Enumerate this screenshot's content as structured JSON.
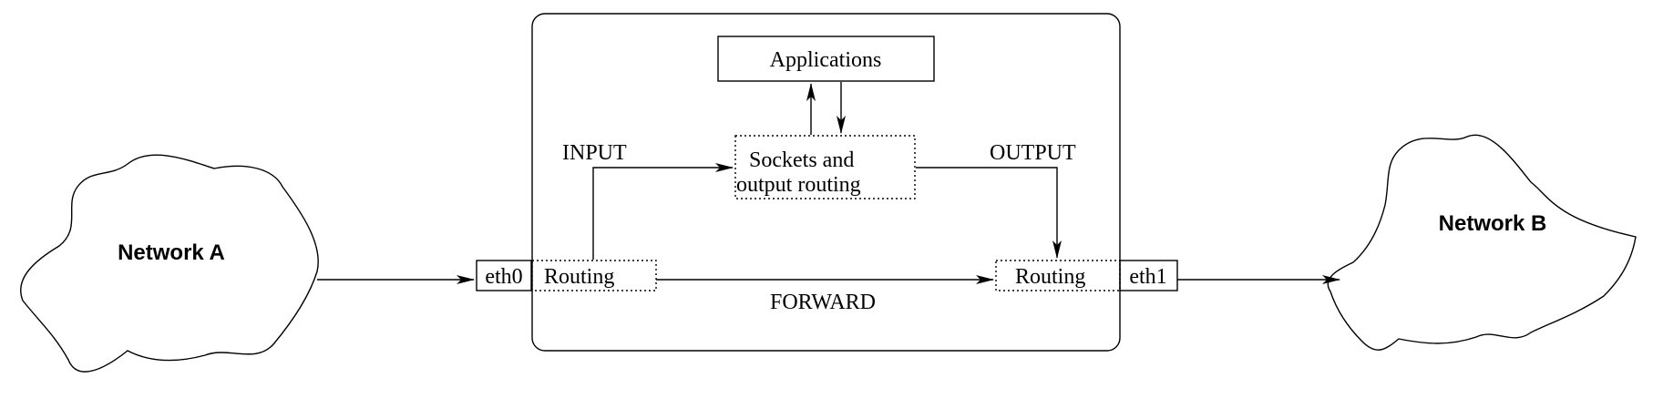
{
  "networks": {
    "a": "Network A",
    "b": "Network B"
  },
  "interfaces": {
    "in": "eth0",
    "out": "eth1"
  },
  "boxes": {
    "applications": "Applications",
    "sockets_line1": "Sockets and",
    "sockets_line2": "output routing",
    "routing_in": "Routing",
    "routing_out": "Routing"
  },
  "chains": {
    "input": "INPUT",
    "output": "OUTPUT",
    "forward": "FORWARD"
  }
}
